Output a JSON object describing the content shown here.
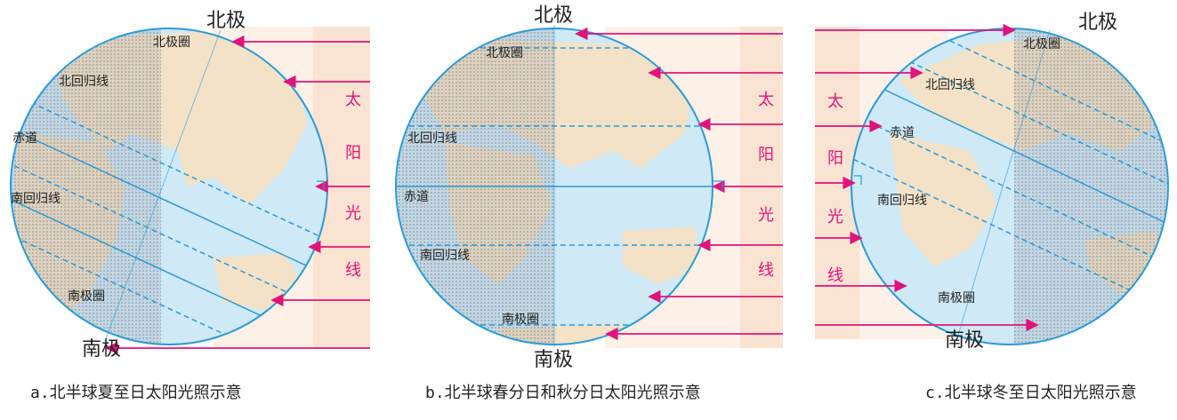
{
  "panels": {
    "a": {
      "north_pole": "北极",
      "south_pole": "南极",
      "arctic_circle": "北极圈",
      "tropic_cancer": "北回归线",
      "equator": "赤道",
      "tropic_capricorn": "南回归线",
      "antarctic_circle": "南极圈",
      "sunlight": [
        "太",
        "阳",
        "光",
        "线"
      ],
      "caption": "a.北半球夏至日太阳光照示意"
    },
    "b": {
      "north_pole": "北极",
      "south_pole": "南极",
      "arctic_circle": "北极圈",
      "tropic_cancer": "北回归线",
      "equator": "赤道",
      "tropic_capricorn": "南回归线",
      "antarctic_circle": "南极圈",
      "sunlight": [
        "太",
        "阳",
        "光",
        "线"
      ],
      "caption": "b.北半球春分日和秋分日太阳光照示意"
    },
    "c": {
      "north_pole": "北极",
      "south_pole": "南极",
      "arctic_circle": "北极圈",
      "tropic_cancer": "北回归线",
      "equator": "赤道",
      "tropic_capricorn": "南回归线",
      "antarctic_circle": "南极圈",
      "sunlight": [
        "太",
        "阳",
        "光",
        "线"
      ],
      "caption": "c.北半球冬至日太阳光照示意"
    }
  },
  "colors": {
    "ocean": "#cfe9f6",
    "land": "#f3e2c7",
    "night_tint": "#9aa3ad",
    "circle_line": "#2c9ad6",
    "sun_ray": "#e0137a",
    "sun_band": "#fbe3d2"
  }
}
